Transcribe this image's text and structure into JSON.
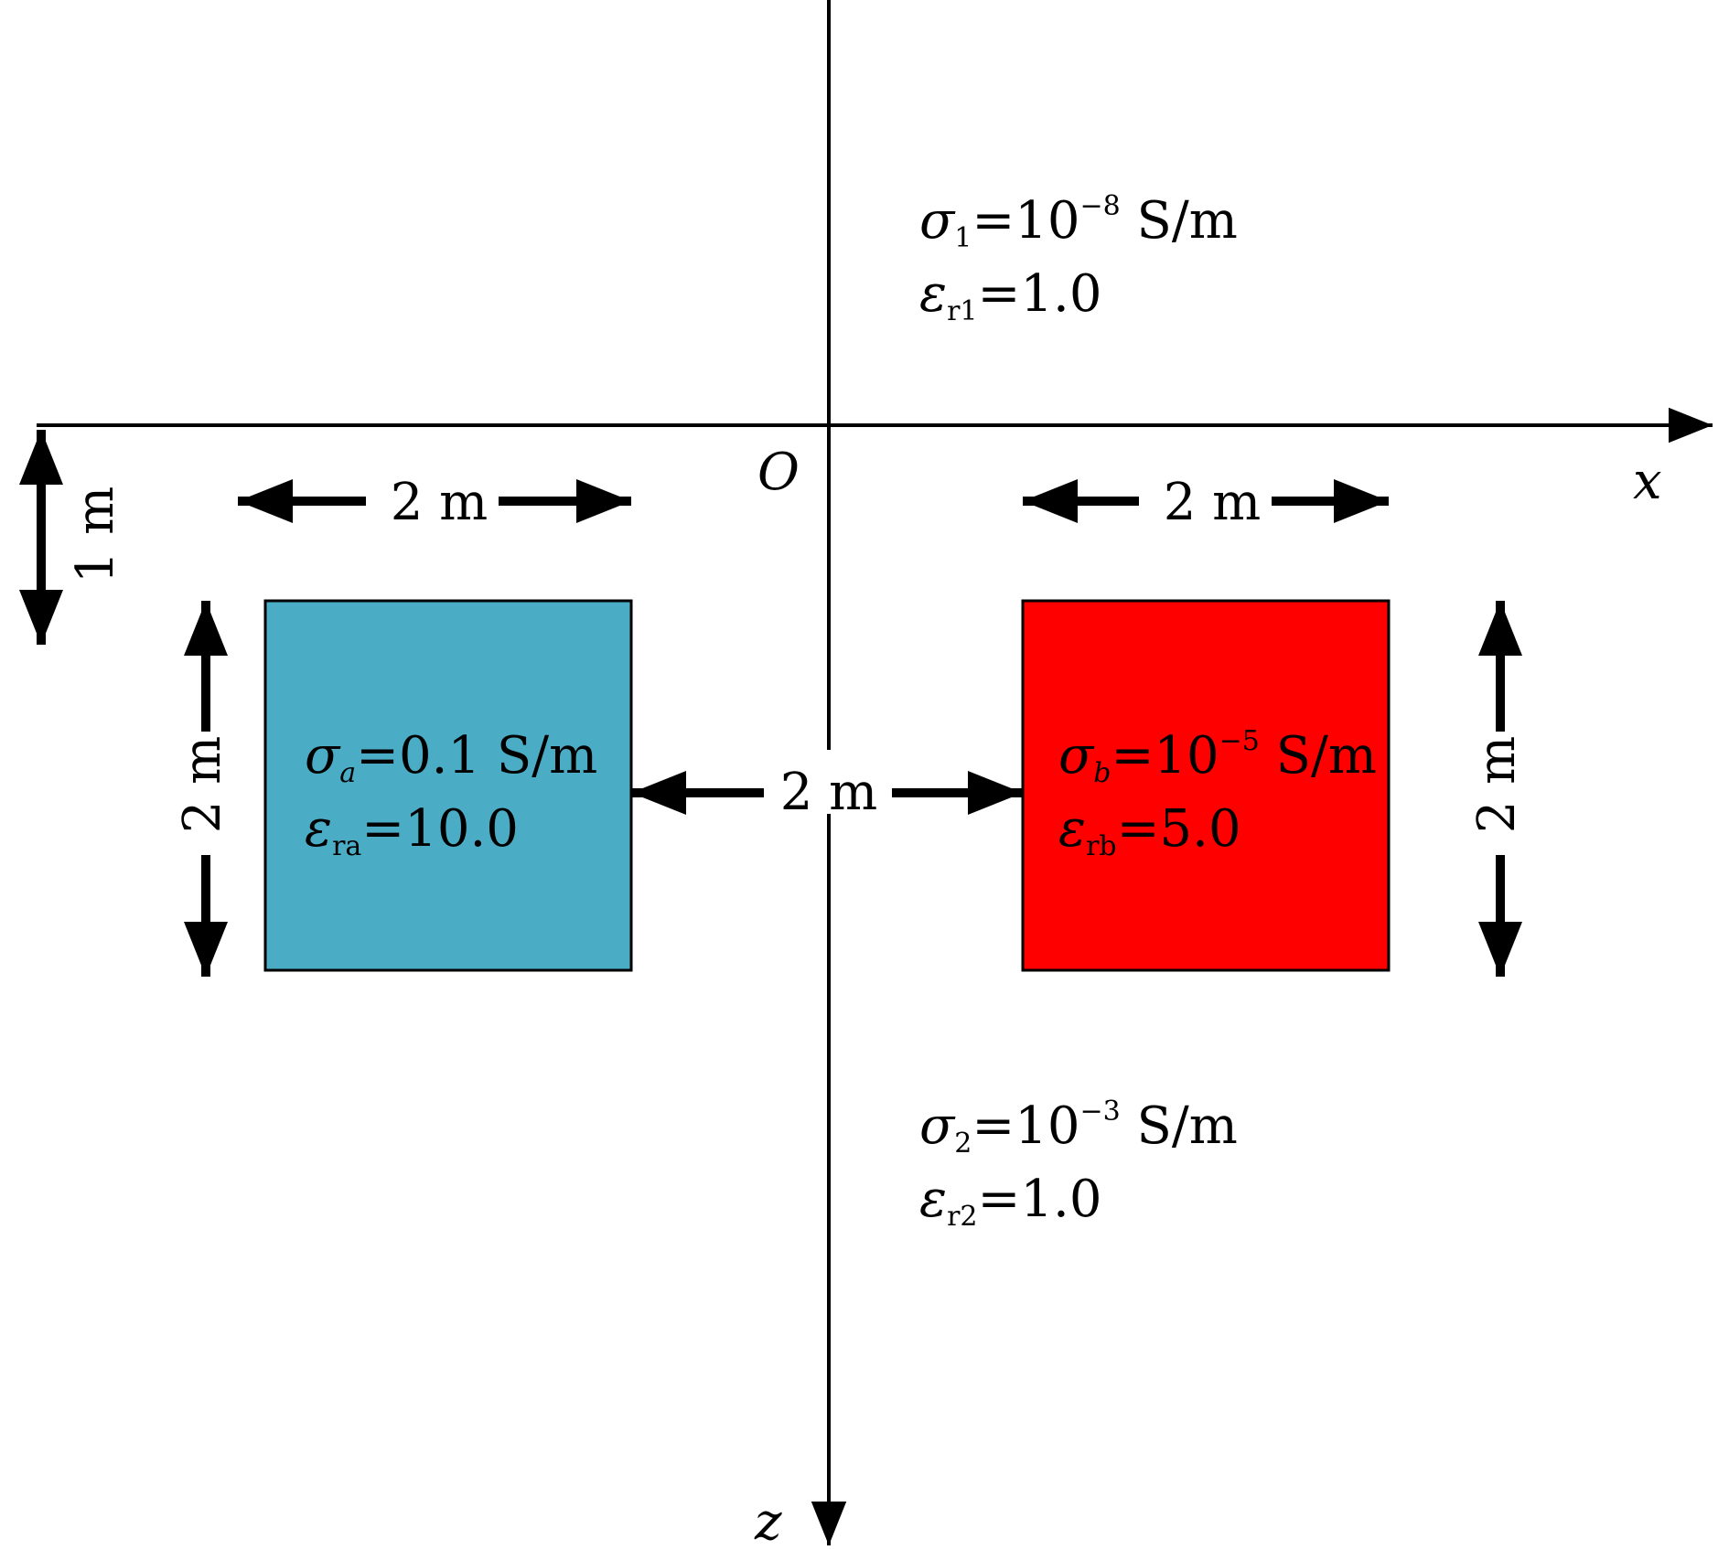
{
  "colors": {
    "axis": "#000000",
    "block_a": "#4BACC6",
    "block_b": "#FF0000"
  },
  "axes": {
    "x_label": "x",
    "z_label": "z",
    "origin_label": "O"
  },
  "dims": {
    "offset_label": "1 m",
    "width_a": "2 m",
    "width_b": "2 m",
    "height_a": "2 m",
    "height_b": "2 m",
    "gap": "2 m"
  },
  "layers": {
    "upper": {
      "sigma_sym": "σ",
      "sigma_sub": "1",
      "sigma_eq": "=10",
      "sigma_exp": "−8",
      "sigma_unit": " S/m",
      "eps_sym": "ε",
      "eps_sub": "r1",
      "eps_val": "=1.0"
    },
    "lower": {
      "sigma_sym": "σ",
      "sigma_sub": "2",
      "sigma_eq": "=10",
      "sigma_exp": "−3",
      "sigma_unit": " S/m",
      "eps_sym": "ε",
      "eps_sub": "r2",
      "eps_val": "=1.0"
    }
  },
  "blocks": {
    "a": {
      "sigma_sym": "σ",
      "sigma_sub": "a",
      "sigma_val": "=0.1 S/m",
      "eps_sym": "ε",
      "eps_sub": "ra",
      "eps_val": "=10.0"
    },
    "b": {
      "sigma_sym": "σ",
      "sigma_sub": "b",
      "sigma_eq": "=10",
      "sigma_exp": "−5",
      "sigma_unit": " S/m",
      "eps_sym": "ε",
      "eps_sub": "rb",
      "eps_val": "=5.0"
    }
  }
}
